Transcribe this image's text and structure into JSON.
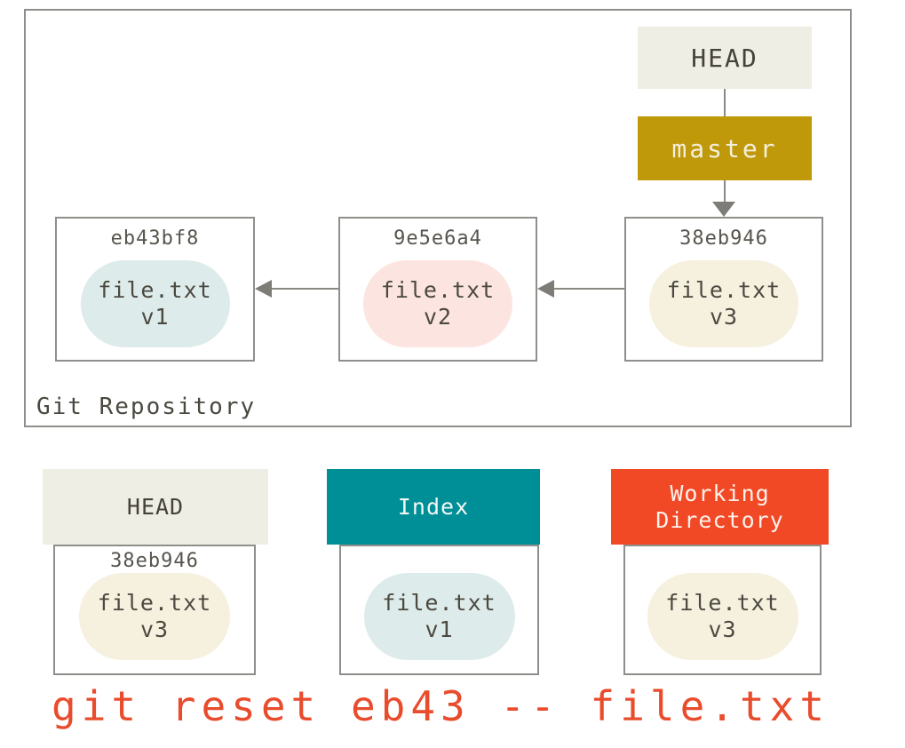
{
  "repository": {
    "label": "Git Repository",
    "head": {
      "label": "HEAD"
    },
    "branch": {
      "label": "master"
    },
    "commits": [
      {
        "hash": "eb43bf8",
        "file": "file.txt",
        "version": "v1"
      },
      {
        "hash": "9e5e6a4",
        "file": "file.txt",
        "version": "v2"
      },
      {
        "hash": "38eb946",
        "file": "file.txt",
        "version": "v3"
      }
    ]
  },
  "areas": [
    {
      "title": "HEAD",
      "hash": "38eb946",
      "file": "file.txt",
      "version": "v3"
    },
    {
      "title": "Index",
      "hash": "",
      "file": "file.txt",
      "version": "v1"
    },
    {
      "title": "Working Directory",
      "hash": "",
      "file": "file.txt",
      "version": "v3"
    }
  ],
  "command": {
    "text": "git reset eb43 -- file.txt"
  },
  "colors": {
    "head_header_bg": "#EFEEE5",
    "branch_bg": "#C0990B",
    "index_header_bg": "#008F97",
    "workdir_header_bg": "#F14926",
    "blob_v1": "#DEEBEB",
    "blob_v2": "#FCE4E0",
    "blob_v3": "#F6F0DE",
    "command_color": "#E94C2C",
    "border": "#8F8E8A",
    "arrow": "#8A8984"
  }
}
